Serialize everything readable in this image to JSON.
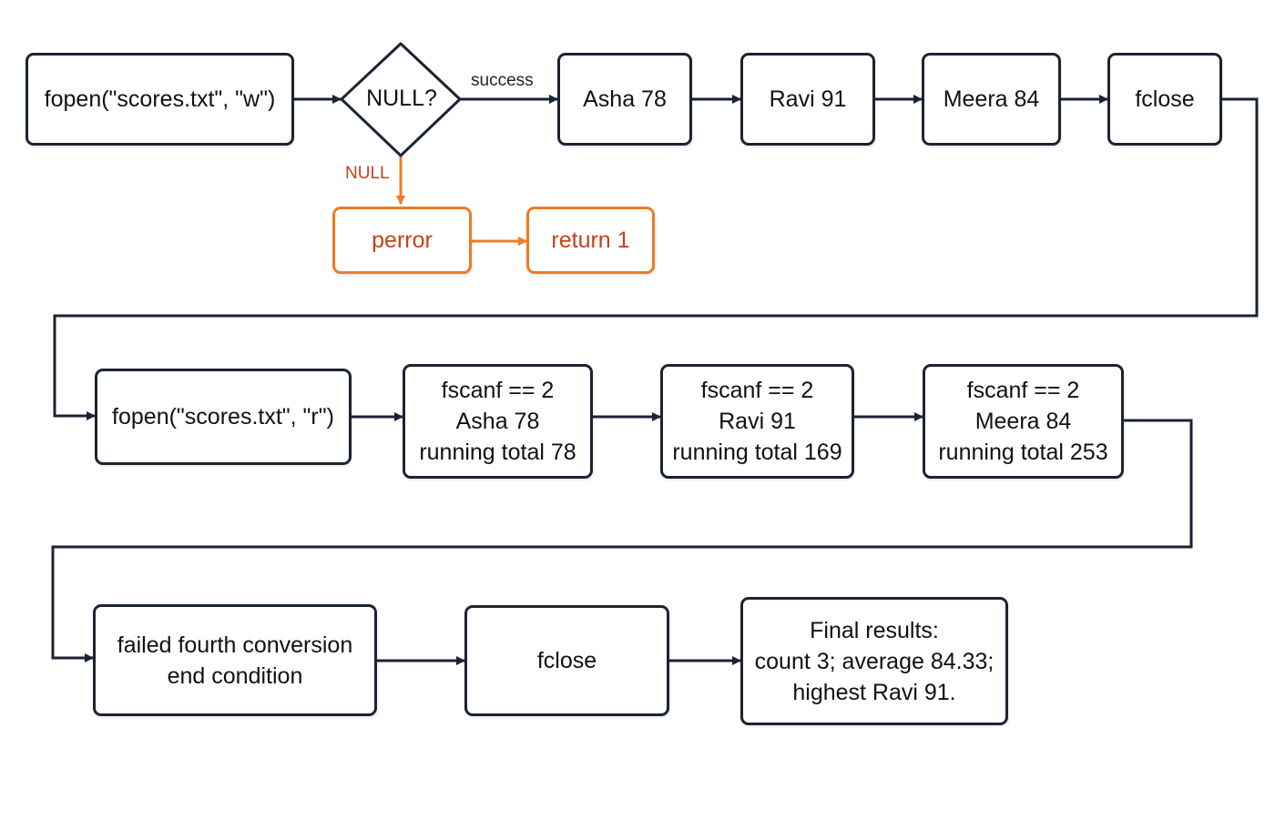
{
  "diagram": {
    "colors": {
      "stroke": "#1b2333",
      "error_stroke": "#f07a22",
      "error_text": "#c9401a"
    },
    "write_phase": {
      "open_label": "fopen(\"scores.txt\", \"w\")",
      "check_label": "NULL?",
      "success_label": "success",
      "null_label": "NULL",
      "records": [
        "Asha 78",
        "Ravi 91",
        "Meera 84"
      ],
      "close_label": "fclose",
      "error_branch": {
        "perror_label": "perror",
        "return_label": "return 1"
      }
    },
    "read_phase": {
      "open_label": "fopen(\"scores.txt\", \"r\")",
      "steps": [
        {
          "check": "fscanf == 2",
          "record": "Asha 78",
          "total": "running total 78"
        },
        {
          "check": "fscanf == 2",
          "record": "Ravi 91",
          "total": "running total 169"
        },
        {
          "check": "fscanf == 2",
          "record": "Meera 84",
          "total": "running total 253"
        }
      ]
    },
    "end_phase": {
      "end_line1": "failed fourth conversion",
      "end_line2": "end condition",
      "close_label": "fclose",
      "result_line1": "Final results:",
      "result_line2": "count 3; average 84.33;",
      "result_line3": "highest Ravi 91."
    }
  }
}
